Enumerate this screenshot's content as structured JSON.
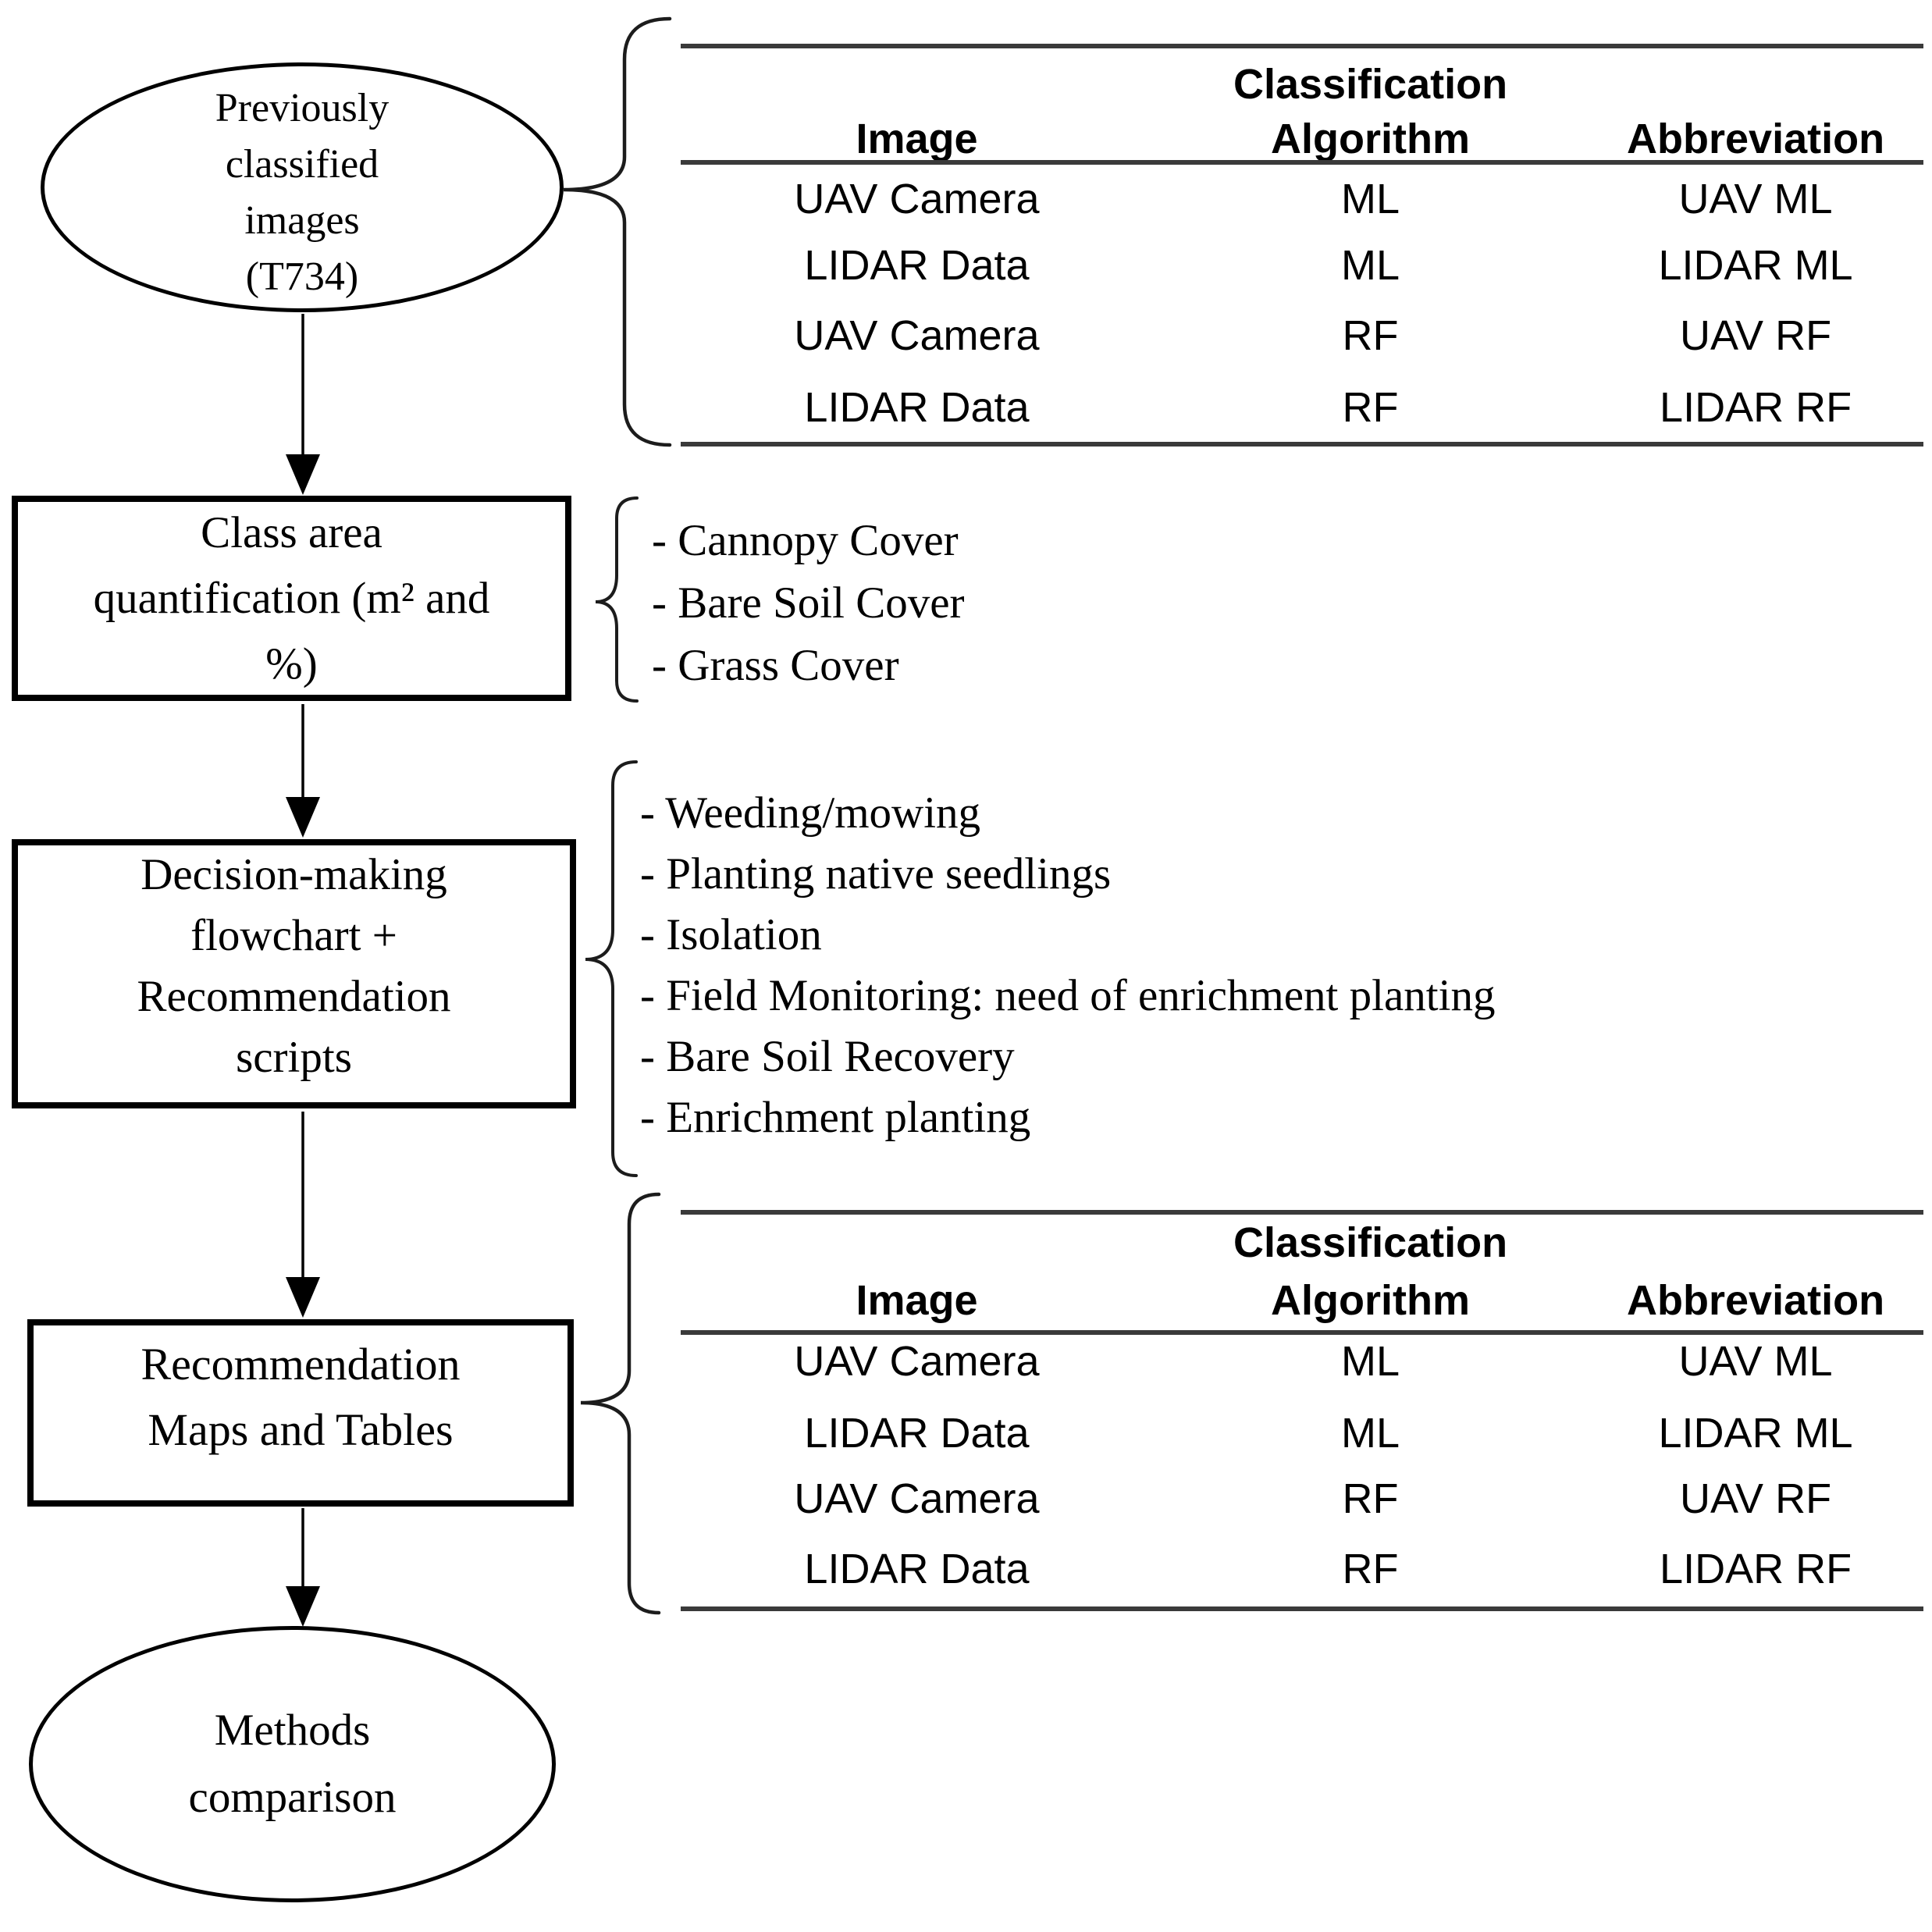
{
  "canvas": {
    "background": "#ffffff",
    "ink": "#000000",
    "table_rule_color": "#3a3a3a"
  },
  "flowchart": {
    "ellipse_top": {
      "lines": [
        "Previously",
        "classified",
        "images",
        "(T734)"
      ]
    },
    "box_class_area": {
      "lines": [
        "Class area",
        "quantification (m² and",
        "%)"
      ]
    },
    "box_decision": {
      "lines": [
        "Decision-making",
        "flowchart +",
        "Recommendation",
        "scripts"
      ]
    },
    "box_recommend": {
      "lines": [
        "Recommendation",
        "Maps and Tables"
      ]
    },
    "ellipse_bottom": {
      "lines": [
        "Methods",
        "comparison"
      ]
    }
  },
  "class_list": {
    "items": [
      "- Cannopy Cover",
      "- Bare Soil Cover",
      "- Grass Cover"
    ]
  },
  "actions_list": {
    "items": [
      "- Weeding/mowing",
      "- Planting native seedlings",
      "- Isolation",
      "- Field Monitoring: need of enrichment planting",
      "- Bare Soil Recovery",
      "- Enrichment planting"
    ]
  },
  "classification_table": {
    "header": {
      "col1": "Image",
      "col2_line1": "Classification",
      "col2_line2": "Algorithm",
      "col3": "Abbreviation"
    },
    "rows": [
      {
        "image": "UAV Camera",
        "algorithm": "ML",
        "abbreviation": "UAV ML"
      },
      {
        "image": "LIDAR Data",
        "algorithm": "ML",
        "abbreviation": "LIDAR ML"
      },
      {
        "image": "UAV Camera",
        "algorithm": "RF",
        "abbreviation": "UAV RF"
      },
      {
        "image": "LIDAR Data",
        "algorithm": "RF",
        "abbreviation": "LIDAR RF"
      }
    ]
  }
}
